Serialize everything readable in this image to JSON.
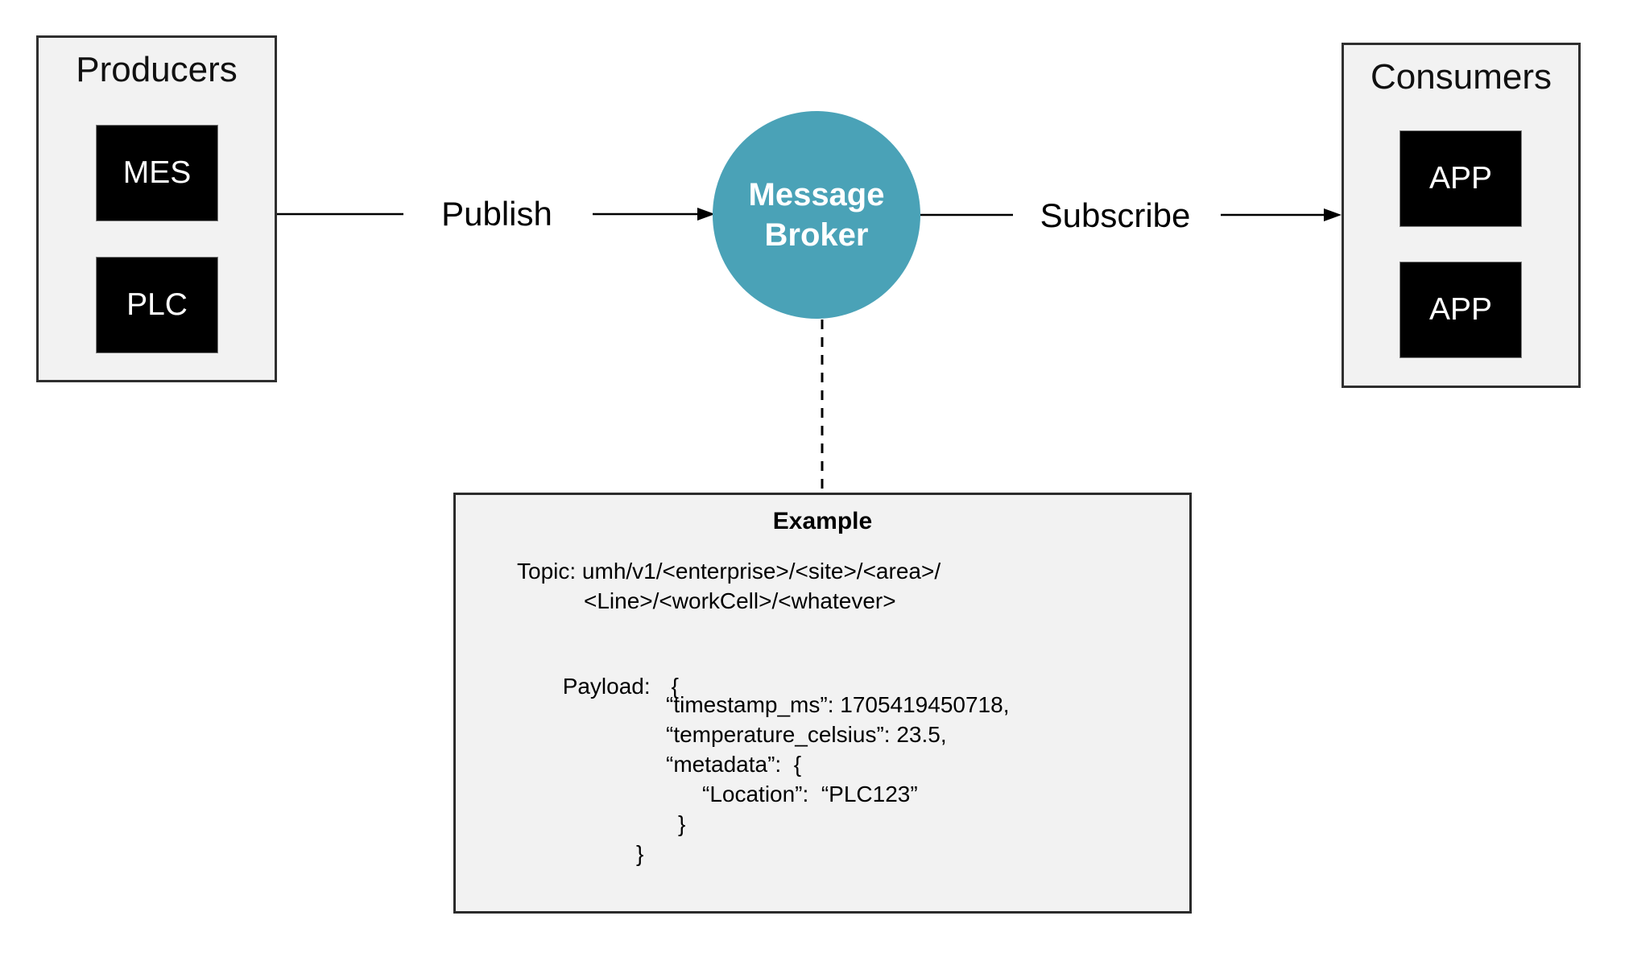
{
  "producers": {
    "title": "Producers",
    "items": [
      "MES",
      "PLC"
    ]
  },
  "consumers": {
    "title": "Consumers",
    "items": [
      "APP",
      "APP"
    ]
  },
  "broker": {
    "label_line1": "Message",
    "label_line2": "Broker",
    "color": "#4aa2b7"
  },
  "flows": {
    "publish_label": "Publish",
    "subscribe_label": "Subscribe"
  },
  "example": {
    "title": "Example",
    "topic_line1": "Topic: umh/v1/<enterprise>/<site>/<area>/",
    "topic_line2": "<Line>/<workCell>/<whatever>",
    "payload_label": "Payload:",
    "payload_open_brace": "{",
    "lines": [
      "“timestamp_ms”: 1705419450718,",
      "“temperature_celsius”: 23.5,",
      "“metadata”:  {",
      "“Location”:  “PLC123”",
      "}",
      "}"
    ]
  }
}
